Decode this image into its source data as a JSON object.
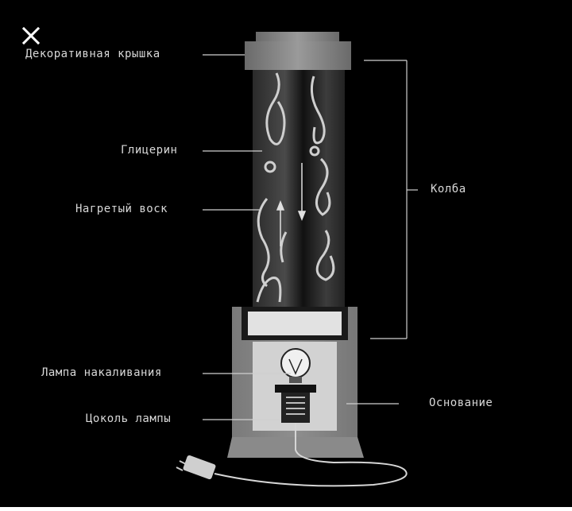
{
  "labels": {
    "lid": "Декоративная крышка",
    "glycerin": "Глицерин",
    "wax": "Нагретый воск",
    "bulb": "Лампа накаливания",
    "socket": "Цоколь лампы",
    "flask": "Колба",
    "base": "Основание"
  },
  "icons": {
    "close": "close-icon"
  }
}
